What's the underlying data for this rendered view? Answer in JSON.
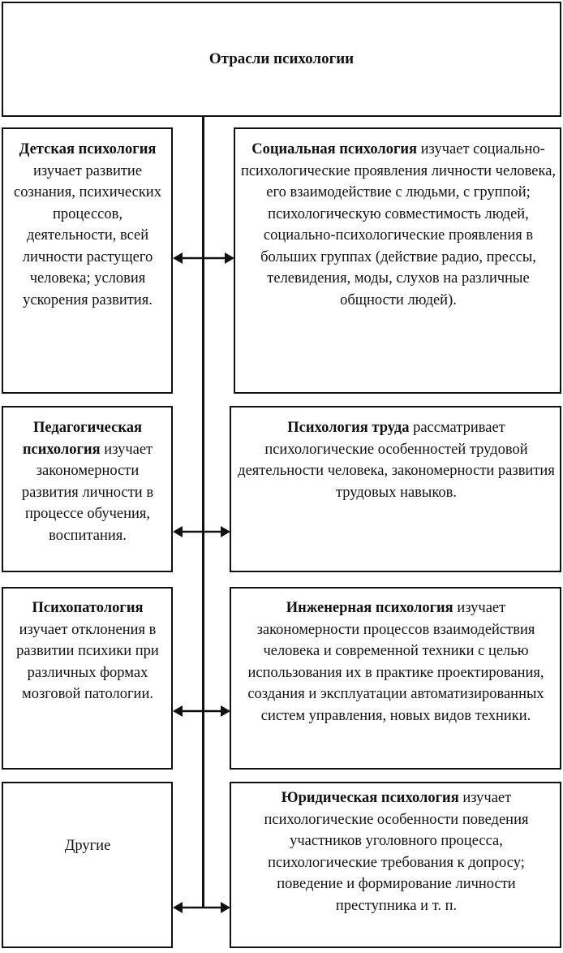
{
  "title": "Отрасли психологии",
  "branches": [
    {
      "heading": "Детская психология",
      "text": "изучает развитие сознания, психических процессов, деятельности, всей личности растущего человека; условия ускорения развития."
    },
    {
      "heading": "Социальная психология",
      "text": "изучает социально-психологические проявления личности человека, его взаимодействие с людьми, с группой; психологическую совместимость людей, социально-психологические проявления в больших группах (действие радио, прессы, телевидения, моды, слухов на различные общности людей)."
    },
    {
      "heading": "Педагогическая психология",
      "text": "изучает закономерности развития личности в процессе обучения, воспитания."
    },
    {
      "heading": "Психология труда",
      "text": "рассматривает психологические особенностей трудовой деятельности человека, закономерности развития трудовых навыков."
    },
    {
      "heading": "Психопатология",
      "text": "изучает отклонения в развитии психики при различных формах мозговой патологии."
    },
    {
      "heading": "Инженерная психология",
      "text": "изучает закономерности процессов взаимодействия человека и современной техники с целью использования их в практике проектирования, создания и эксплуатации автоматизированных систем управления, новых видов техники."
    },
    {
      "heading": "",
      "text": "Другие"
    },
    {
      "heading": "Юридическая психология",
      "text": "изучает психологические особенности поведения участников уголовного процесса, психологические требования к допросу; поведение и формирование личности преступника и т. п."
    }
  ]
}
